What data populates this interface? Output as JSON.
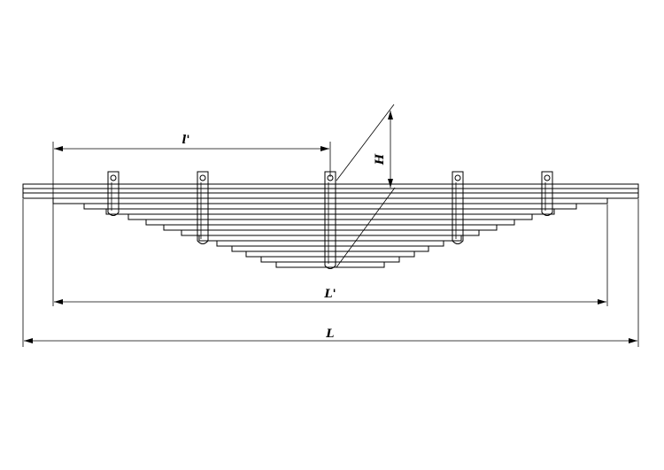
{
  "labels": {
    "half_clamp_length": "l'",
    "height": "H",
    "span_between_eyes": "L'",
    "total_length": "L"
  }
}
